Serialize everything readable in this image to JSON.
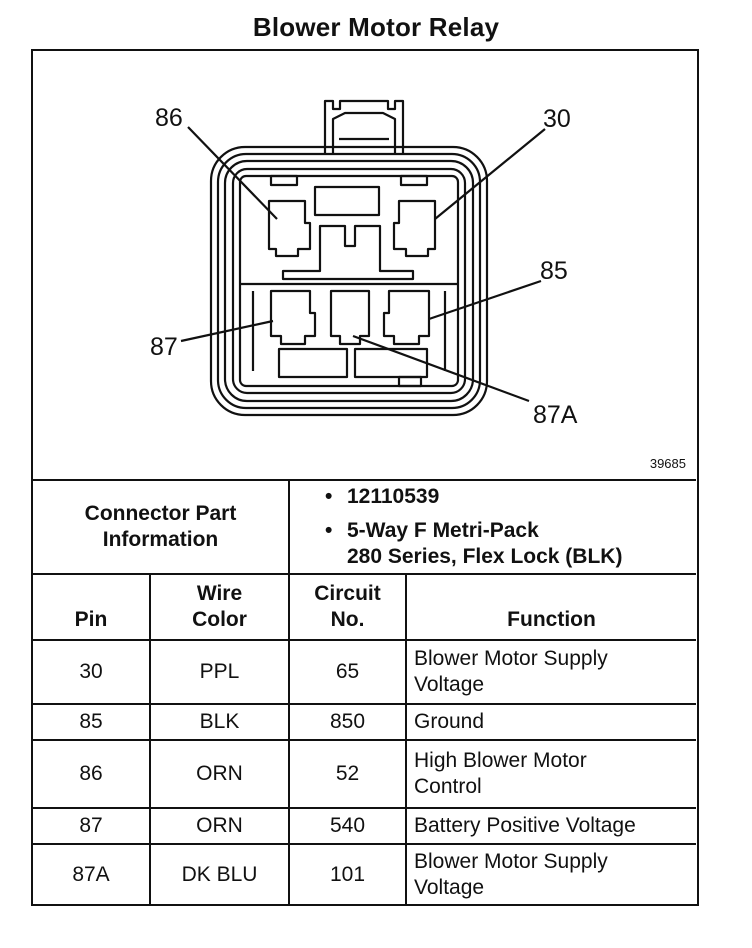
{
  "title": "Blower Motor Relay",
  "diagram": {
    "labels": {
      "p86": "86",
      "p30": "30",
      "p85": "85",
      "p87": "87",
      "p87a": "87A"
    },
    "figure_number": "39685"
  },
  "connector": {
    "label": "Connector Part Information",
    "info": [
      "12110539",
      "5-Way F Metri-Pack",
      "280 Series, Flex Lock (BLK)"
    ]
  },
  "table": {
    "headers": {
      "pin": "Pin",
      "wire_color": "Wire Color",
      "circuit_no": "Circuit No.",
      "function": "Function"
    },
    "rows": [
      {
        "pin": "30",
        "wire_color": "PPL",
        "circuit": "65",
        "function": "Blower Motor Supply Voltage"
      },
      {
        "pin": "85",
        "wire_color": "BLK",
        "circuit": "850",
        "function": "Ground"
      },
      {
        "pin": "86",
        "wire_color": "ORN",
        "circuit": "52",
        "function": "High Blower Motor Control"
      },
      {
        "pin": "87",
        "wire_color": "ORN",
        "circuit": "540",
        "function": "Battery Positive Voltage"
      },
      {
        "pin": "87A",
        "wire_color": "DK BLU",
        "circuit": "101",
        "function": "Blower Motor Supply Voltage"
      }
    ]
  }
}
